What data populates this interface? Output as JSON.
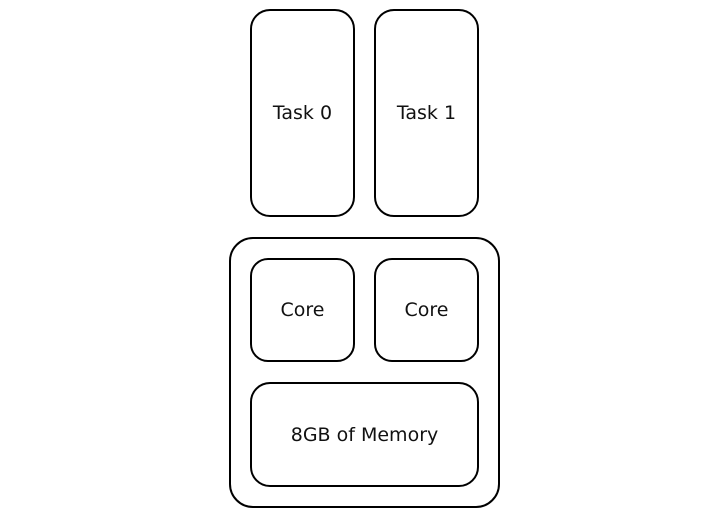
{
  "tasks": [
    {
      "label": "Task 0"
    },
    {
      "label": "Task 1"
    }
  ],
  "machine": {
    "cores": [
      {
        "label": "Core"
      },
      {
        "label": "Core"
      }
    ],
    "memory": {
      "label": "8GB of Memory"
    }
  },
  "colors": {
    "stroke": "#000000",
    "fill": "#ffffff",
    "text": "#111111"
  }
}
